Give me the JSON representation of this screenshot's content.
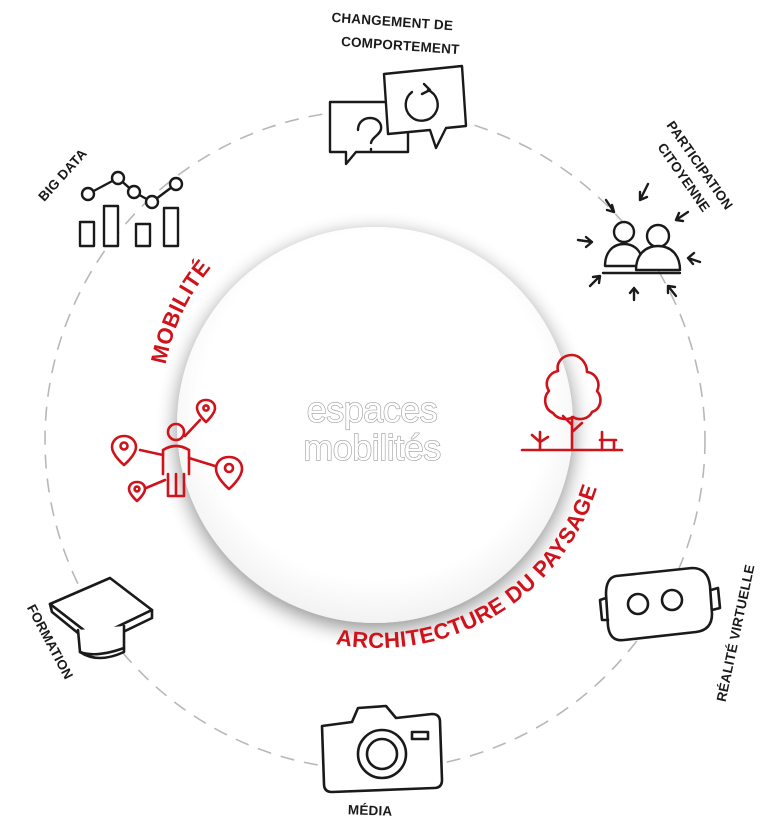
{
  "center": {
    "logo_line1": "espaces",
    "logo_line2": "mobilités"
  },
  "core_themes": [
    {
      "id": "mobilite",
      "label": "MOBILITÉ",
      "icon": "person-with-location-pins-icon"
    },
    {
      "id": "architecture",
      "label": "ARCHITECTURE DU PAYSAGE",
      "icon": "tree-bench-icon"
    }
  ],
  "outer_themes": [
    {
      "id": "changement",
      "label_lines": [
        "CHANGEMENT DE",
        "COMPORTEMENT"
      ],
      "icon": "speech-bubbles-question-refresh-icon"
    },
    {
      "id": "participation",
      "label_lines": [
        "PARTICIPATION",
        "CITOYENNE"
      ],
      "icon": "people-converging-arrows-icon"
    },
    {
      "id": "realite",
      "label_lines": [
        "RÉALITÉ VIRTUELLE"
      ],
      "icon": "vr-headset-icon"
    },
    {
      "id": "media",
      "label_lines": [
        "MÉDIA"
      ],
      "icon": "camera-icon"
    },
    {
      "id": "formation",
      "label_lines": [
        "FORMATION"
      ],
      "icon": "graduation-cap-icon"
    },
    {
      "id": "bigdata",
      "label_lines": [
        "BIG DATA"
      ],
      "icon": "bar-line-chart-icon"
    }
  ],
  "colors": {
    "accent_red": "#d0121b",
    "icon_black": "#1a1a1a",
    "ring_dash": "#b8b8b8",
    "disc_white": "#ffffff"
  }
}
